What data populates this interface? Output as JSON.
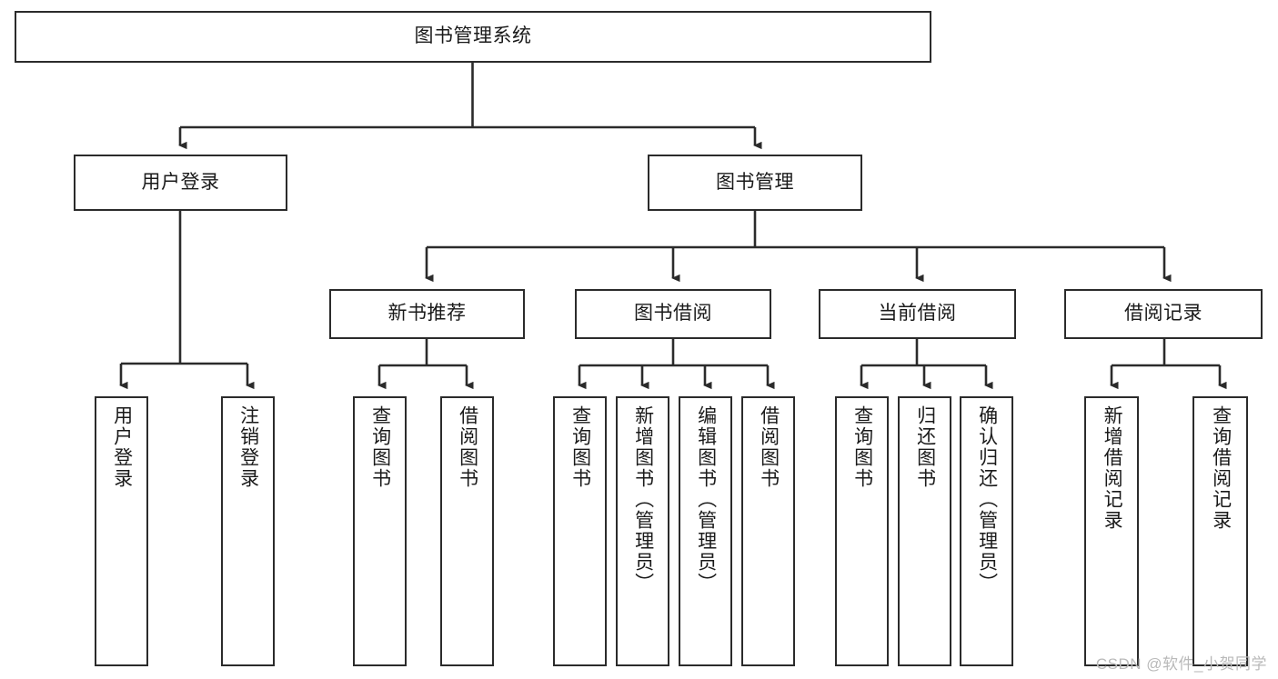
{
  "diagram": {
    "title": "图书管理系统",
    "stroke_color": "#2b2b2b",
    "fill_color": "#ffffff",
    "text_color": "#1a1a1a",
    "nodes": {
      "root": {
        "label": "图书管理系统"
      },
      "level2": [
        {
          "id": "user-login",
          "label": "用户登录"
        },
        {
          "id": "book-management",
          "label": "图书管理"
        }
      ],
      "level3": [
        {
          "id": "new-book-recommend",
          "label": "新书推荐"
        },
        {
          "id": "book-borrow",
          "label": "图书借阅"
        },
        {
          "id": "current-borrow",
          "label": "当前借阅"
        },
        {
          "id": "borrow-record",
          "label": "借阅记录"
        }
      ],
      "leaves": [
        {
          "id": "leaf-user-login",
          "label": "用户登录",
          "parent": "user-login"
        },
        {
          "id": "leaf-logout",
          "label": "注销登录",
          "parent": "user-login"
        },
        {
          "id": "leaf-query-book-1",
          "label": "查询图书",
          "parent": "new-book-recommend"
        },
        {
          "id": "leaf-borrow-book-1",
          "label": "借阅图书",
          "parent": "new-book-recommend"
        },
        {
          "id": "leaf-query-book-2",
          "label": "查询图书",
          "parent": "book-borrow"
        },
        {
          "id": "leaf-add-book",
          "label": "新增图书（管理员）",
          "parent": "book-borrow"
        },
        {
          "id": "leaf-edit-book",
          "label": "编辑图书（管理员）",
          "parent": "book-borrow"
        },
        {
          "id": "leaf-borrow-book-2",
          "label": "借阅图书",
          "parent": "book-borrow"
        },
        {
          "id": "leaf-query-book-3",
          "label": "查询图书",
          "parent": "current-borrow"
        },
        {
          "id": "leaf-return-book",
          "label": "归还图书",
          "parent": "current-borrow"
        },
        {
          "id": "leaf-confirm-return",
          "label": "确认归还（管理员）",
          "parent": "current-borrow"
        },
        {
          "id": "leaf-add-record",
          "label": "新增借阅记录",
          "parent": "borrow-record"
        },
        {
          "id": "leaf-query-record",
          "label": "查询借阅记录",
          "parent": "borrow-record"
        }
      ]
    },
    "watermark": "CSDN @软件_小贺同学"
  }
}
